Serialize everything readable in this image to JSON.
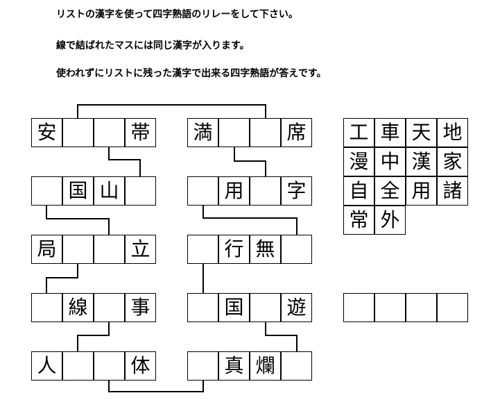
{
  "instructions": [
    "リストの漢字を使って四字熟語のリレーをして下さい。",
    "線で結ばれたマスには同じ漢字が入ります。",
    "使われずにリストに残った漢字で出来る四字熟語が答えです。"
  ],
  "left_column": [
    [
      "安",
      "",
      "",
      "帯"
    ],
    [
      "",
      "国",
      "山",
      ""
    ],
    [
      "局",
      "",
      "",
      "立"
    ],
    [
      "",
      "線",
      "",
      "事"
    ],
    [
      "人",
      "",
      "",
      "体"
    ]
  ],
  "right_column": [
    [
      "満",
      "",
      "",
      "席"
    ],
    [
      "",
      "用",
      "",
      "字"
    ],
    [
      "",
      "行",
      "無",
      ""
    ],
    [
      "",
      "国",
      "",
      "遊"
    ],
    [
      "",
      "真",
      "爛",
      ""
    ]
  ],
  "kanji_list": [
    [
      "工",
      "車",
      "天",
      "地"
    ],
    [
      "漫",
      "中",
      "漢",
      "家"
    ],
    [
      "自",
      "全",
      "用",
      "諸"
    ],
    [
      "常",
      "外"
    ]
  ],
  "answer_boxes": [
    "",
    "",
    "",
    ""
  ]
}
